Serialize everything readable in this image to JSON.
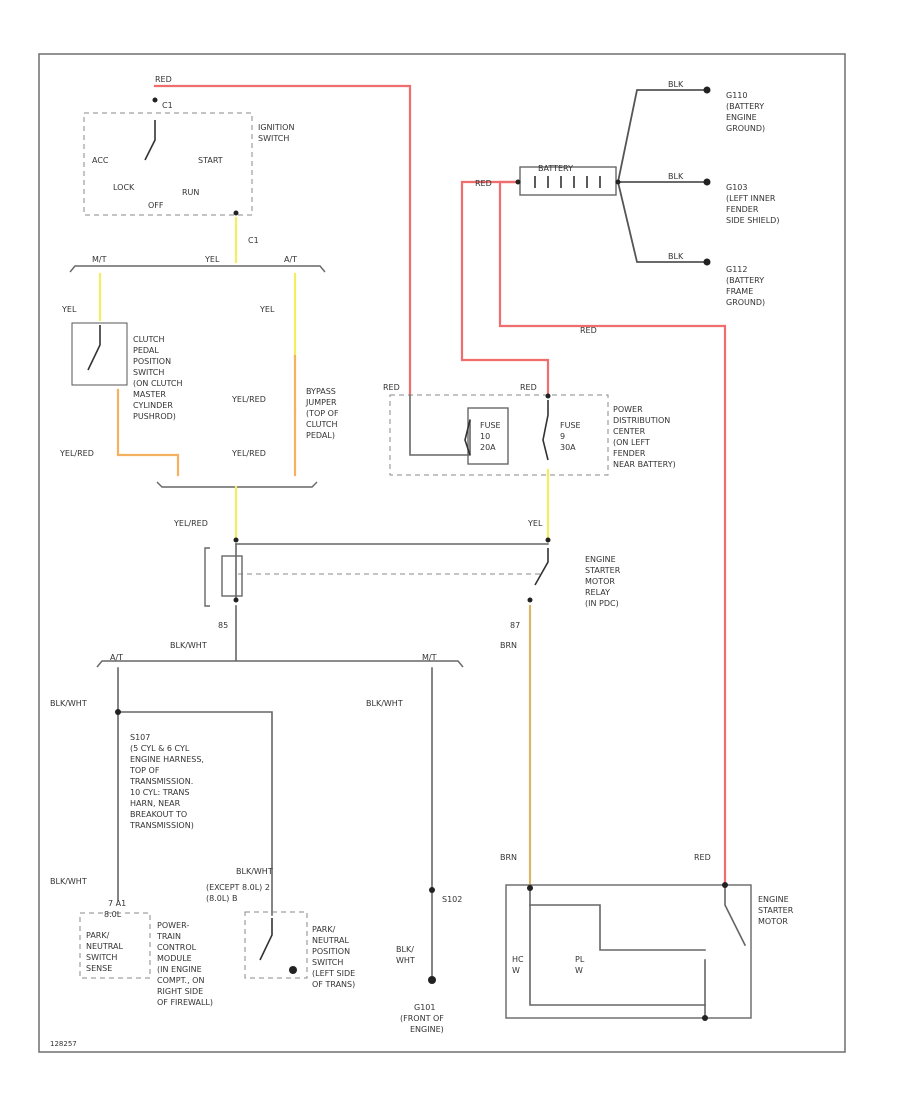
{
  "labels": {
    "red_top": "RED",
    "c1_top": "C1",
    "ignition_switch": [
      "IGNITION",
      "SWITCH"
    ],
    "acc": "ACC",
    "lock": "LOCK",
    "off": "OFF",
    "run": "RUN",
    "start": "START",
    "c1_bottom": "C1",
    "mt_left": "M/T",
    "at_left": "A/T",
    "yel_bus": "YEL",
    "yel_left": "YEL",
    "yel_right": "YEL",
    "clutch_switch": [
      "CLUTCH",
      "PEDAL",
      "POSITION",
      "SWITCH",
      "(ON CLUTCH",
      "MASTER",
      "CYLINDER",
      "PUSHROD)"
    ],
    "yelred_bypass": "YEL/RED",
    "bypass_jumper": [
      "BYPASS",
      "JUMPER",
      "(TOP OF",
      "CLUTCH",
      "PEDAL)"
    ],
    "yelred_left": "YEL/RED",
    "yelred_right": "YEL/RED",
    "yelred_mid": "YEL/RED",
    "battery": "BATTERY",
    "red_batt": "RED",
    "blk_1": "BLK",
    "blk_2": "BLK",
    "blk_3": "BLK",
    "g110": [
      "G110",
      "(BATTERY",
      "ENGINE",
      "GROUND)"
    ],
    "g103": [
      "G103",
      "(LEFT INNER",
      "FENDER",
      "SIDE SHIELD)"
    ],
    "g112": [
      "G112",
      "(BATTERY",
      "FRAME",
      "GROUND)"
    ],
    "red_pdc": "RED",
    "red_pdc_right": "RED",
    "red_long": "RED",
    "fuse_10": [
      "FUSE",
      "10",
      "20A"
    ],
    "fuse_9": [
      "FUSE",
      "9",
      "30A"
    ],
    "pdc": [
      "POWER",
      "DISTRIBUTION",
      "CENTER",
      "(ON LEFT",
      "FENDER",
      "NEAR BATTERY)"
    ],
    "yel_relay": "YEL",
    "relay": [
      "ENGINE",
      "STARTER",
      "MOTOR",
      "RELAY",
      "(IN PDC)"
    ],
    "pin_85": "85",
    "pin_87": "87",
    "brn_top": "BRN",
    "brn_bottom": "BRN",
    "blkwht_85": "BLK/WHT",
    "at_bottom": "A/T",
    "mt_bottom": "M/T",
    "blkwht_left": "BLK/WHT",
    "blkwht_mt": "BLK/WHT",
    "s107": [
      "S107",
      "(5 CYL & 6 CYL",
      "ENGINE HARNESS,",
      "TOP OF",
      "TRANSMISSION.",
      "10 CYL: TRANS",
      "HARN, NEAR",
      "BREAKOUT TO",
      "TRANSMISSION)"
    ],
    "blkwht_pn": "BLK/WHT",
    "except": [
      "(EXCEPT 8.0L) 2",
      "(8.0L) B"
    ],
    "blkwht_tr": "BLK/WHT",
    "pin_7a1": "7 A1",
    "cyl_8": "8.0L",
    "pn_sensor": [
      "PARK/",
      "NEUTRAL",
      "SWITCH",
      "SENSE"
    ],
    "pcm": [
      "POWER-",
      "TRAIN",
      "CONTROL",
      "MODULE",
      "(IN ENGINE",
      "COMPT., ON",
      "RIGHT SIDE",
      "OF FIREWALL)"
    ],
    "pn_switch": [
      "PARK/",
      "NEUTRAL",
      "POSITION",
      "SWITCH",
      "(LEFT SIDE",
      "OF TRANS)"
    ],
    "s102": "S102",
    "blkwht_g": [
      "BLK/",
      "WHT"
    ],
    "g101": [
      "G101",
      "(FRONT OF",
      "ENGINE)"
    ],
    "red_motor": "RED",
    "starter_motor": [
      "ENGINE",
      "STARTER",
      "MOTOR"
    ],
    "hc": [
      "HC",
      "W"
    ],
    "pl": [
      "PL",
      "W"
    ],
    "fig_id": "128257"
  }
}
